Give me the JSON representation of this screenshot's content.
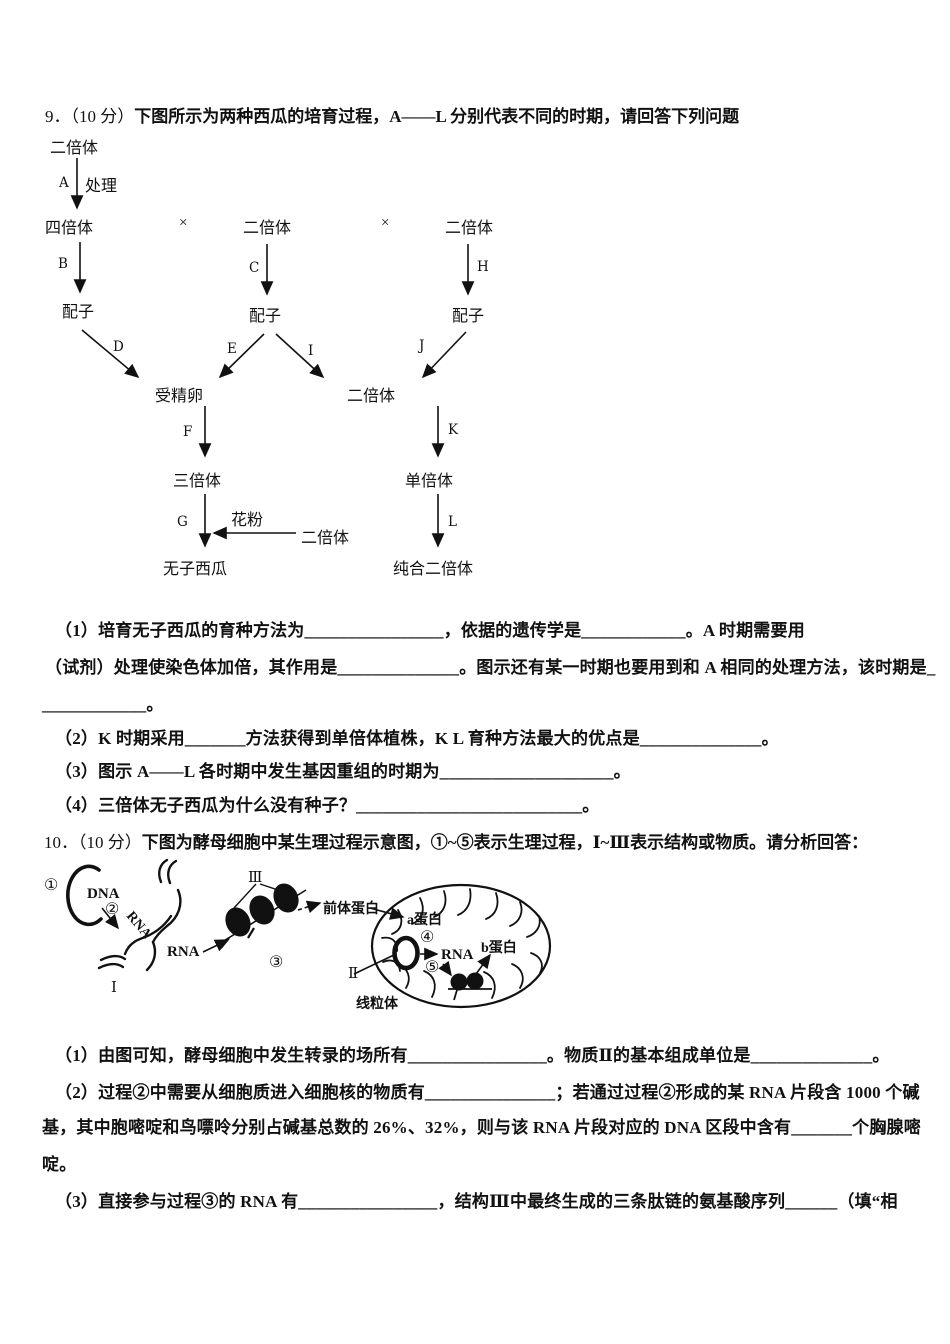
{
  "colors": {
    "ink": "#111111",
    "paper": "#ffffff"
  },
  "q9": {
    "header_num": "9．（10 分）",
    "header_title": "下图所示为两种西瓜的培育过程，A——L 分别代表不同的时期，请回答下列问题",
    "flow": {
      "diploid_top": "二倍体",
      "step_a": "A",
      "treat": "处理",
      "tetraploid": "四倍体",
      "cross1": "×",
      "diploid_mid": "二倍体",
      "cross2": "×",
      "diploid_right": "二倍体",
      "step_b": "B",
      "step_c": "C",
      "step_h": "H",
      "gamete1": "配子",
      "gamete2": "配子",
      "gamete3": "配子",
      "step_d": "D",
      "step_e": "E",
      "step_i": "I",
      "step_j": "J",
      "zygote": "受精卵",
      "diploid_low": "二倍体",
      "step_f": "F",
      "step_k": "K",
      "triploid": "三倍体",
      "haploid": "单倍体",
      "step_g": "G",
      "step_l": "L",
      "pollen": "花粉",
      "pollen_source": "二倍体",
      "seedless": "无子西瓜",
      "homozygous_diploid": "纯合二倍体"
    },
    "questions": {
      "q1_l1": "（1）培育无子西瓜的育种方法为________________，依据的遗传学是____________。A 时期需要用",
      "q1_l2": "（试剂）处理使染色体加倍，其作用是______________。图示还有某一时期也要用到和 A 相同的处理方法，该时期是_",
      "q1_l3": "____________。",
      "q2": "（2）K 时期采用_______方法获得到单倍体植株，K L 育种方法最大的优点是______________。",
      "q3": "（3）图示 A——L 各时期中发生基因重组的时期为____________________。",
      "q4": "（4）三倍体无子西瓜为什么没有种子？__________________________。"
    }
  },
  "q10": {
    "header_num": "10．（10 分）",
    "header_title": "下图为酵母细胞中某生理过程示意图，①~⑤表示生理过程，Ⅰ~Ⅲ表示结构或物质。请分析回答：",
    "diagram": {
      "circ1": "①",
      "circ2": "②",
      "circ3": "③",
      "circ4": "④",
      "circ5": "⑤",
      "dna": "DNA",
      "rna_diag": "RNA",
      "rna_free": "RNA",
      "rna_mito": "RNA",
      "roman1": "Ⅰ",
      "roman2": "Ⅱ",
      "roman3": "Ⅲ",
      "precursor": "前体蛋白",
      "protein_a": "a蛋白",
      "protein_b": "b蛋白",
      "mito_label": "线粒体"
    },
    "questions": {
      "q1": "（1）由图可知，酵母细胞中发生转录的场所有________________。物质Ⅱ的基本组成单位是______________。",
      "q2_l1": "（2）过程②中需要从细胞质进入细胞核的物质有_______________；若通过过程②形成的某 RNA 片段含 1000 个碱",
      "q2_l2": "基，其中胞嘧啶和鸟嘌呤分别占碱基总数的 26%、32%，则与该 RNA 片段对应的 DNA 区段中含有_______个胸腺嘧",
      "q2_l3": "啶。",
      "q3": "（3）直接参与过程③的 RNA 有________________，结构Ⅲ中最终生成的三条肽链的氨基酸序列______（填“相"
    }
  }
}
